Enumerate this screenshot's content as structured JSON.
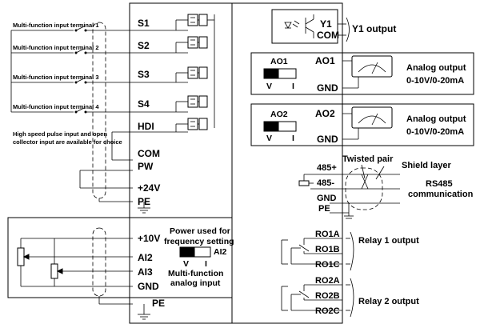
{
  "inputs": {
    "terminals": [
      "S1",
      "S2",
      "S3",
      "S4",
      "HDI"
    ],
    "input_labels": [
      "Multi-function input terminal 1",
      "Multi-function input terminal 2",
      "Multi-function input terminal 3",
      "Multi-function input terminal 4"
    ],
    "hdi_note_1": "High speed pulse input and open",
    "hdi_note_2": "collector input are available for choice",
    "com": "COM",
    "pw": "PW",
    "v24": "+24V",
    "pe": "PE"
  },
  "analog_in": {
    "v10": "+10V",
    "ai2": "AI2",
    "ai3": "AI3",
    "gnd": "GND",
    "power_note_1": "Power used for",
    "power_note_2": "frequency setting",
    "switch_label": "AI2",
    "v": "V",
    "i": "I",
    "mf_1": "Multi-function",
    "mf_2": "analog input",
    "pe": "PE"
  },
  "outputs": {
    "y1": "Y1",
    "com": "COM",
    "y1_output": "Y1 output",
    "ao1_box": "AO1",
    "ao1": "AO1",
    "ao1_gnd": "GND",
    "ao2_box": "AO2",
    "ao2": "AO2",
    "ao2_gnd": "GND",
    "v": "V",
    "i": "I",
    "analog_output": "Analog output",
    "analog_range": "0-10V/0-20mA"
  },
  "rs485": {
    "p": "485+",
    "n": "485-",
    "gnd": "GND",
    "pe": "PE",
    "twisted_pair": "Twisted pair",
    "shield_layer": "Shield layer",
    "rs485_label": "RS485",
    "comm_label": "communication"
  },
  "relays": {
    "ro1a": "RO1A",
    "ro1b": "RO1B",
    "ro1c": "RO1C",
    "relay1": "Relay 1 output",
    "ro2a": "RO2A",
    "ro2b": "RO2B",
    "ro2c": "RO2C",
    "relay2": "Relay 2 output"
  }
}
